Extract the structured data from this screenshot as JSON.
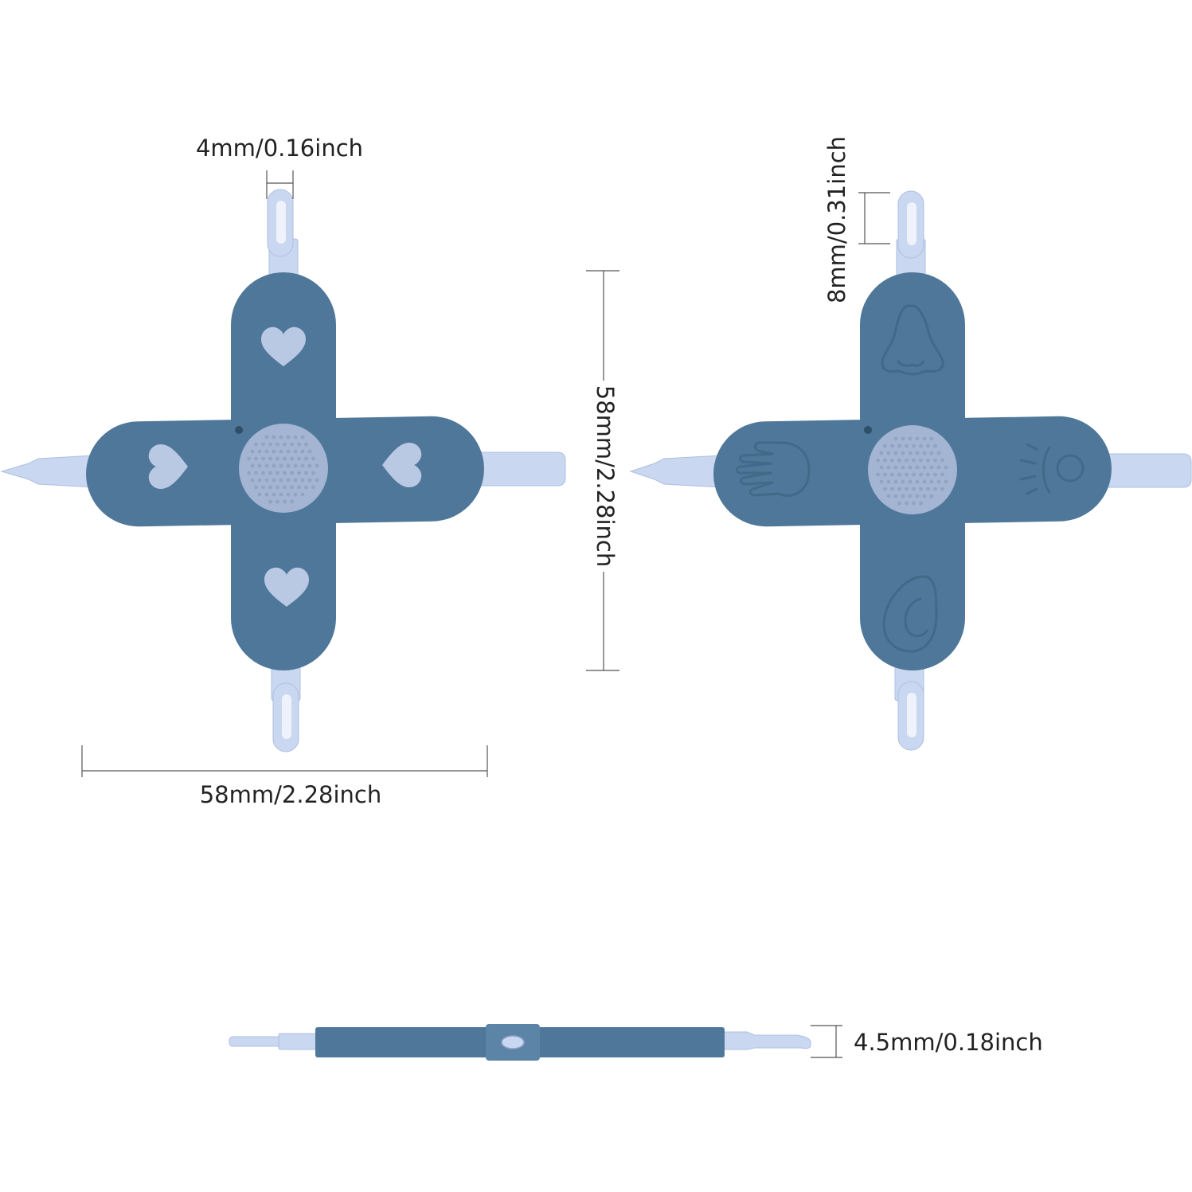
{
  "dimensions": {
    "tip_width": "4mm/0.16inch",
    "tip_length": "8mm/0.31inch",
    "height": "58mm/2.28inch",
    "width": "58mm/2.28inch",
    "thickness": "4.5mm/0.18inch"
  },
  "colors": {
    "body": "#4e7799",
    "tips": "#c9d7f1",
    "center_pad": "#a3b5d3",
    "hearts": "#b9c9e3"
  },
  "icons": {
    "front_view": [
      "heart-icon",
      "heart-icon",
      "heart-icon",
      "heart-icon"
    ],
    "back_view": [
      "nose-icon",
      "hand-icon",
      "eye-icon",
      "ear-icon"
    ]
  }
}
